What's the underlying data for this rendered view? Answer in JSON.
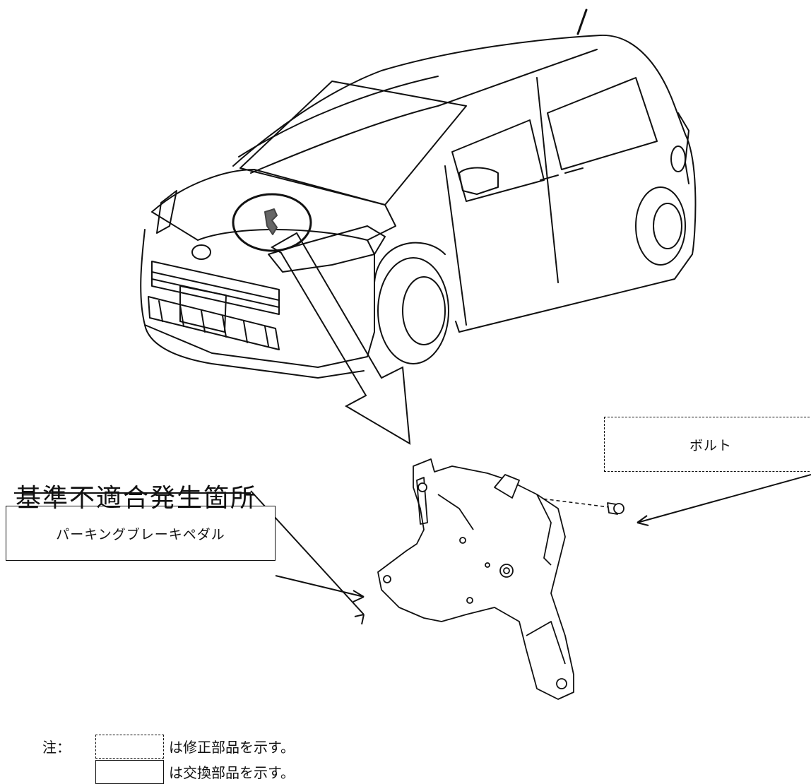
{
  "callouts": {
    "bolt": "ボルト",
    "parking_brake_pedal": "パーキングブレーキペダル"
  },
  "location_title": "基準不適合発生箇所",
  "legend": {
    "note_prefix": "注：",
    "dashed_meaning": "は修正部品を示す。",
    "solid_meaning": "は交換部品を示す。"
  }
}
